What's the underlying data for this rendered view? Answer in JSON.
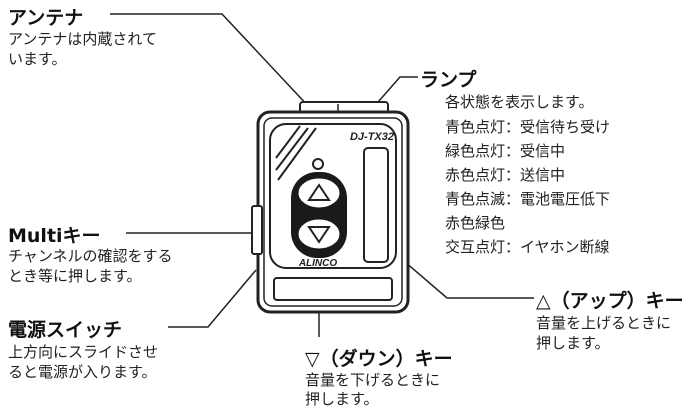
{
  "antenna": {
    "title": "アンテナ",
    "lines": [
      "アンテナは内蔵されて",
      "います。"
    ]
  },
  "lamp": {
    "title": "ランプ",
    "lines": [
      "各状態を表示します。",
      "青色点灯：受信待ち受け",
      "緑色点灯：受信中",
      "赤色点灯：送信中",
      "青色点滅：電池電圧低下",
      "赤色緑色",
      "交互点灯：イヤホン断線"
    ]
  },
  "multi_key": {
    "title": "Multiキー",
    "lines": [
      "チャンネルの確認をする",
      "とき等に押します。"
    ]
  },
  "power_switch": {
    "title": "電源スイッチ",
    "lines": [
      "上方向にスライドさせ",
      "ると電源が入ります。"
    ]
  },
  "up_key": {
    "title": "△（アップ）キー",
    "lines": [
      "音量を上げるときに",
      "押します。"
    ]
  },
  "down_key": {
    "title": "▽（ダウン）キー",
    "lines": [
      "音量を下げるときに",
      "押します。"
    ]
  },
  "device": {
    "model": "DJ-TX32",
    "brand": "ALINCO"
  }
}
